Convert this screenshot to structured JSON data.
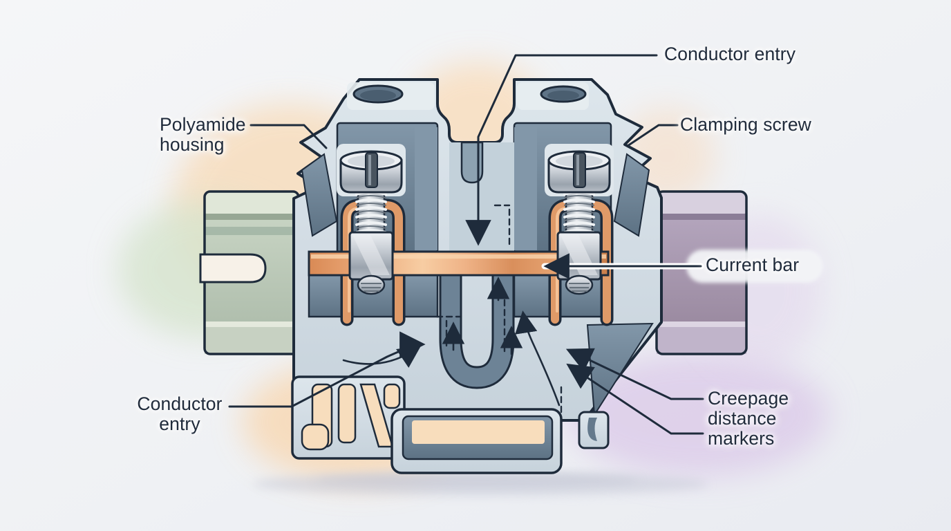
{
  "diagram": {
    "subject": "DIN rail terminal block cross-section",
    "labels": {
      "conductor_entry_top": "Conductor entry",
      "polyamide_housing": "Polyamide\nhousing",
      "clamping_screw": "Clamping screw",
      "current_bar": "Current bar",
      "conductor_entry_bottom": "Conductor\nentry",
      "creepage_markers": "Creepage\ndistance\nmarkers"
    },
    "colors": {
      "background": "#f2f3f6",
      "outline": "#1e2b3b",
      "label_text": "#202b3b",
      "halo": "#f3f4f7",
      "housing_light": "#d6e0e7",
      "housing_top": "#e7edf1",
      "housing_mid": "#bccad5",
      "cavity": "#6f8497",
      "cavity_deep": "#5d7183",
      "copper": "#e29b6b",
      "copper_light": "#f7cda3",
      "copper_dark": "#c0743f",
      "steel_light": "#eef0f3",
      "steel": "#c3cad2",
      "steel_dark": "#8b95a1",
      "rail_left": "#bcc9ba",
      "rail_left_flange": "#e2e8da",
      "rail_right": "#a798b2",
      "rail_right_flange": "#d8d0df",
      "glow_warm": "#f8dcba",
      "glow_violet": "#dccbe9",
      "glow_green": "#d6e4cd"
    }
  }
}
